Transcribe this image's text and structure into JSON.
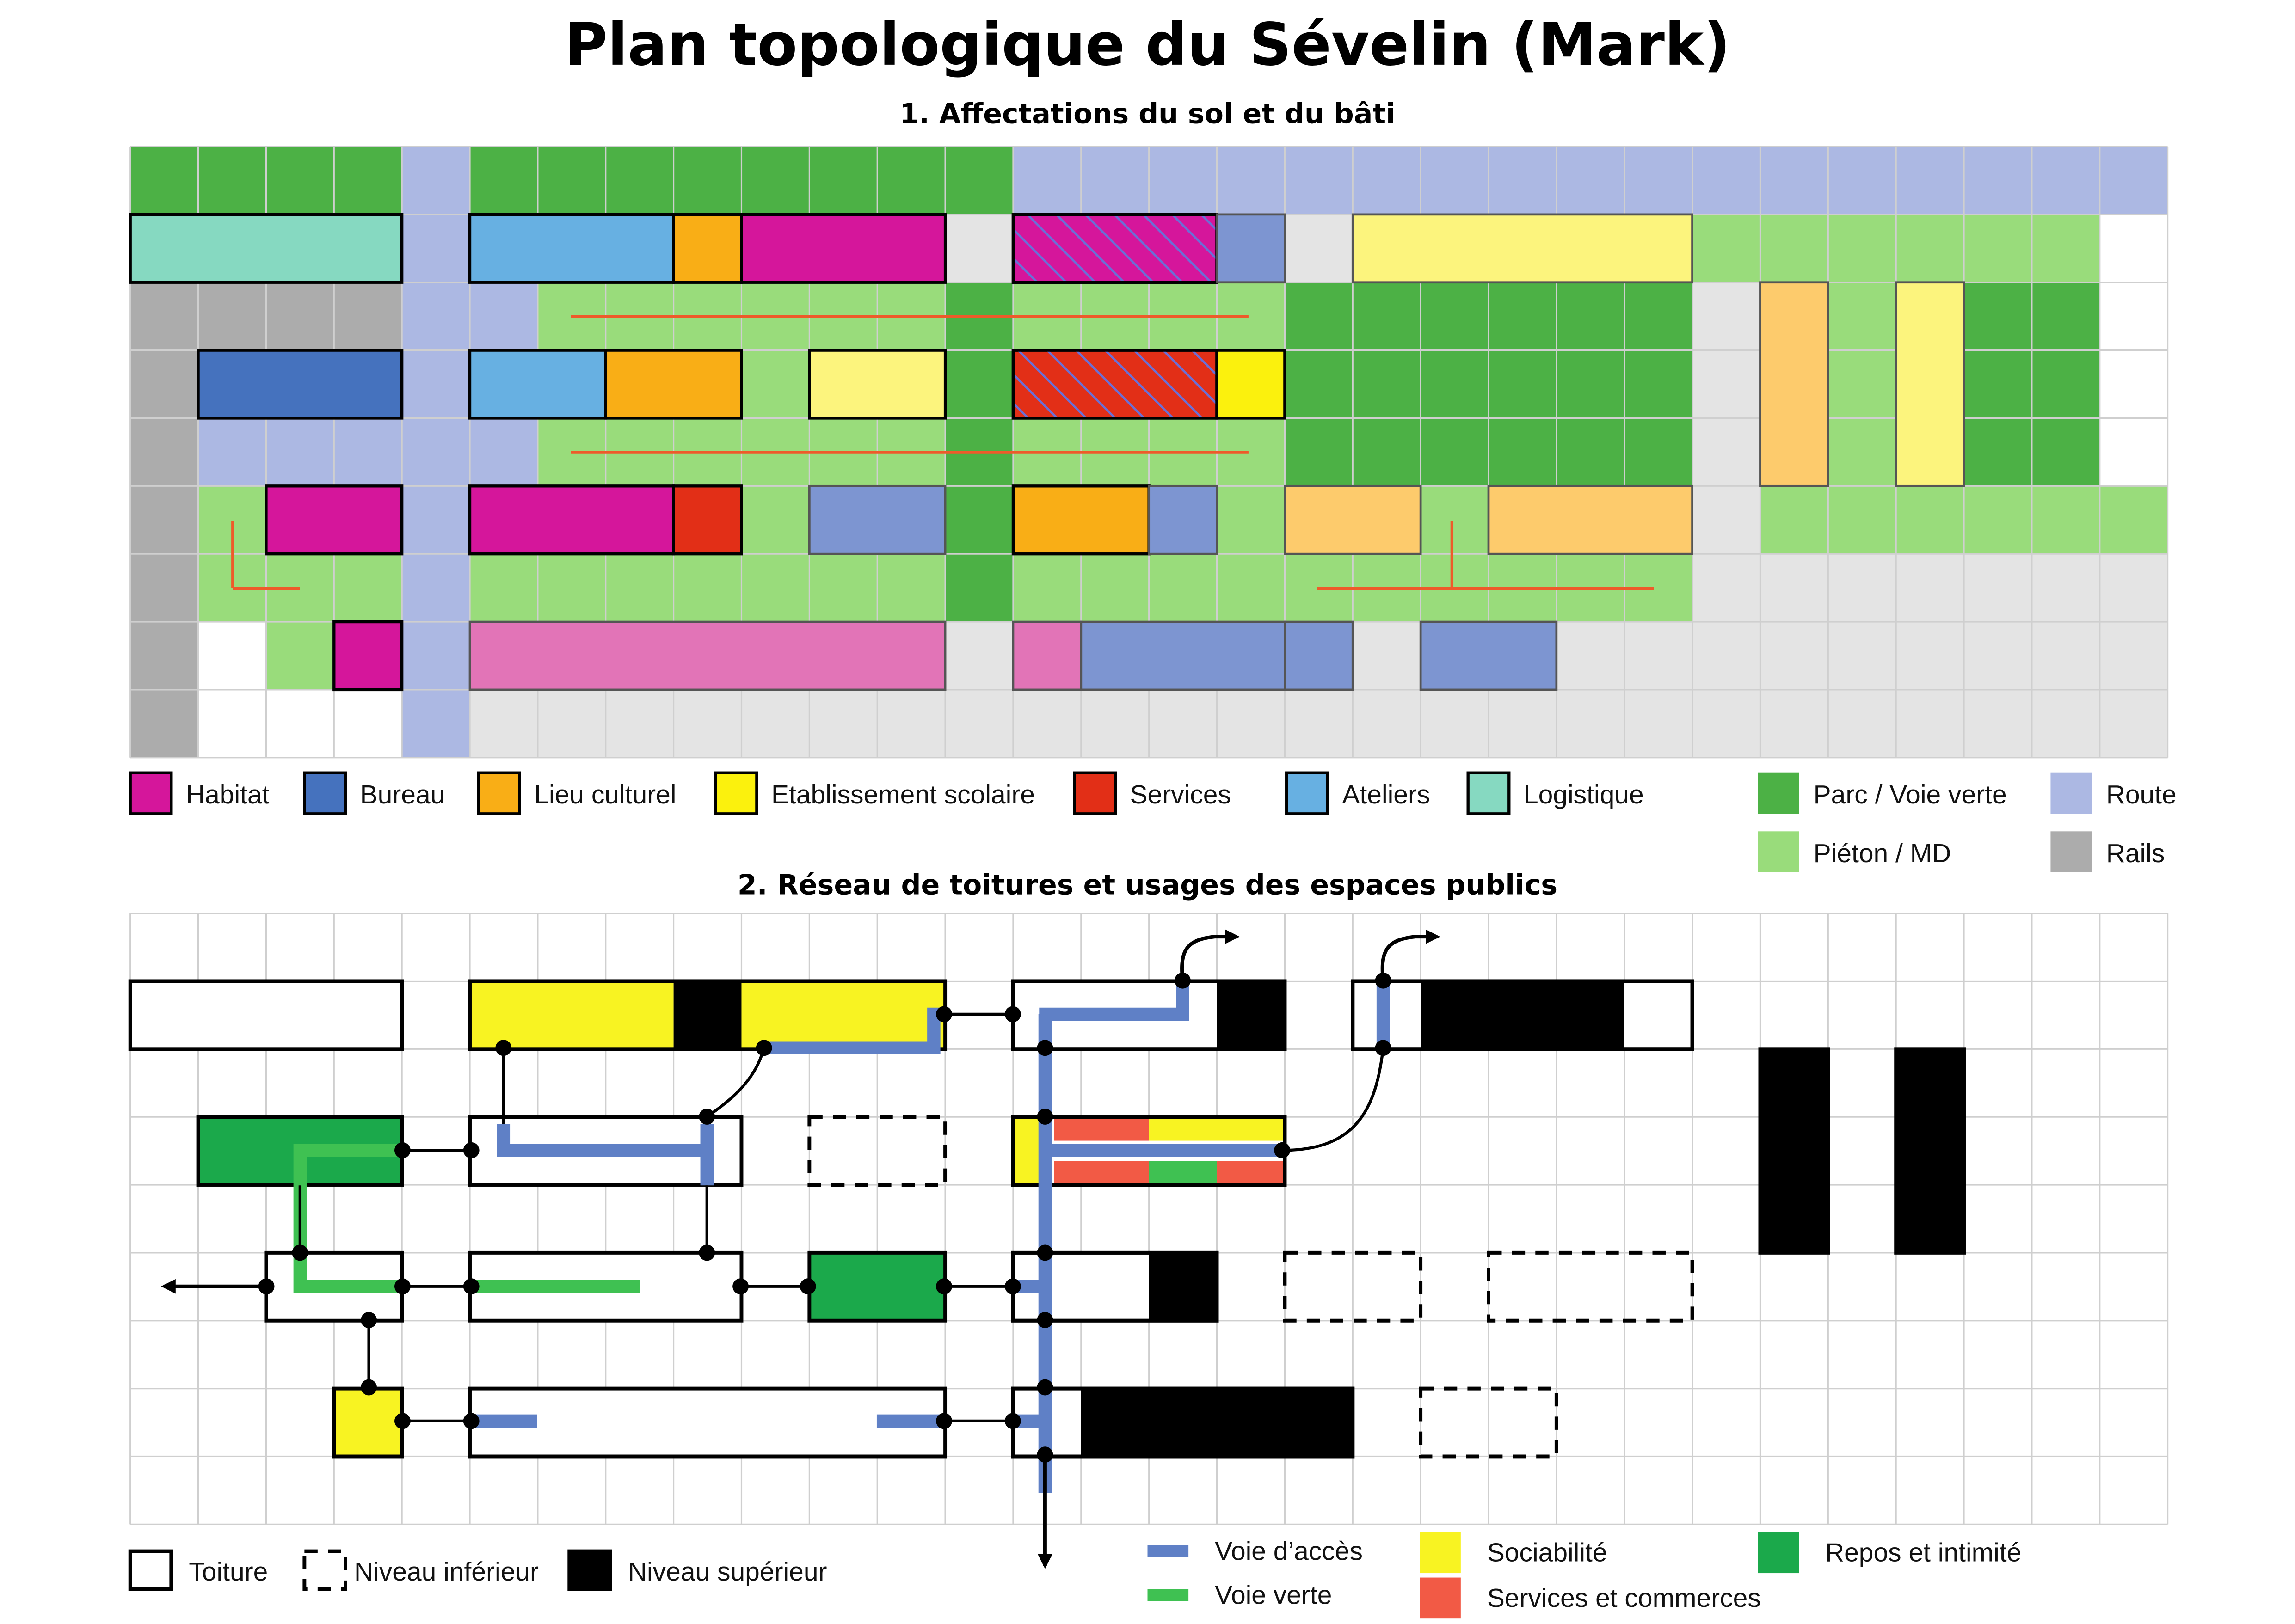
{
  "title": "Plan topologique du Sévelin (Mark)",
  "section1": {
    "title": "1. Affectations du sol et du bâti",
    "legend": [
      {
        "key": "habitat",
        "label": "Habitat",
        "color": "#d5169b"
      },
      {
        "key": "bureau",
        "label": "Bureau",
        "color": "#4572be"
      },
      {
        "key": "culture",
        "label": "Lieu culturel",
        "color": "#f9ae16"
      },
      {
        "key": "ecole",
        "label": "Etablissement scolaire",
        "color": "#fbf10d"
      },
      {
        "key": "services",
        "label": "Services",
        "color": "#e22f17"
      },
      {
        "key": "ateliers",
        "label": "Ateliers",
        "color": "#67b0e2"
      },
      {
        "key": "logistique",
        "label": "Logistique",
        "color": "#86d9c1"
      },
      {
        "key": "parc",
        "label": "Parc / Voie verte",
        "color": "#4cb145"
      },
      {
        "key": "route",
        "label": "Route",
        "color": "#acb8e3"
      },
      {
        "key": "pieton",
        "label": "Piéton / MD",
        "color": "#99dc7b"
      },
      {
        "key": "rails",
        "label": "Rails",
        "color": "#acacac"
      }
    ]
  },
  "section2": {
    "title": "2. Réseau de toitures et usages des espaces publics",
    "legend_levels": [
      {
        "key": "toiture",
        "label": "Toiture"
      },
      {
        "key": "inferieur",
        "label": "Niveau inférieur"
      },
      {
        "key": "superieur",
        "label": "Niveau supérieur"
      }
    ],
    "legend_uses": [
      {
        "key": "acces",
        "label": "Voie d’accès",
        "color": "#5f80c6"
      },
      {
        "key": "verte",
        "label": "Voie verte",
        "color": "#3fc152"
      },
      {
        "key": "sociabilite",
        "label": "Sociabilité",
        "color": "#f8f322"
      },
      {
        "key": "commerces",
        "label": "Services et commerces",
        "color": "#f25a45"
      },
      {
        "key": "repos",
        "label": "Repos et intimité",
        "color": "#1ba94b"
      }
    ]
  },
  "colors": {
    "grid_line": "#cfcfcf",
    "empty_cell": "#e4e4e4",
    "hatch_line": "#6b6fd6",
    "orange_line": "#ee5b2a",
    "light_habitat": "#e274b7",
    "light_bureau": "#7d95d1",
    "light_culture": "#fdcb6c",
    "light_ecole": "#fcf47d",
    "network_black": "#000000"
  }
}
